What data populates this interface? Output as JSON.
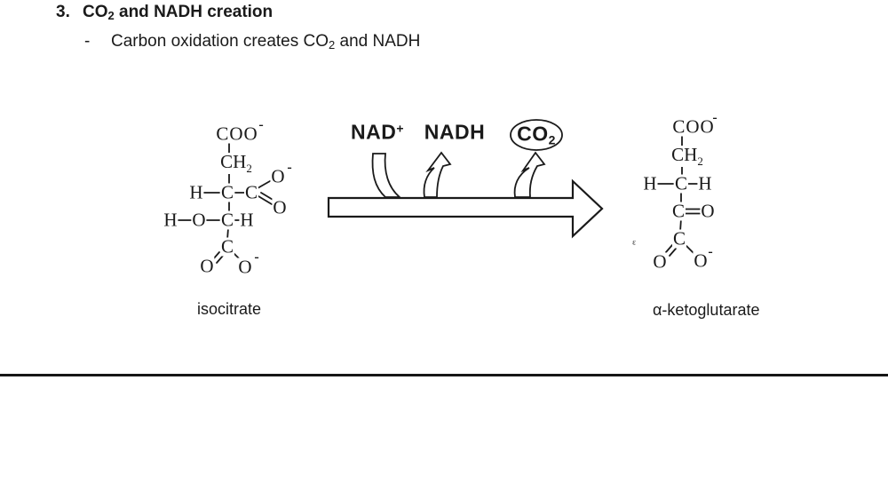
{
  "heading": {
    "number": "3.",
    "co": "CO",
    "sub": "2",
    "rest": " and NADH creation"
  },
  "bullet": {
    "dash": "-",
    "pre": "Carbon oxidation creates CO",
    "sub": "2",
    "post": " and NADH"
  },
  "reaction": {
    "nad": "NAD",
    "nad_sup": "+",
    "nadh": "NADH",
    "co2": "CO",
    "co2_sub": "2",
    "substrate": "isocitrate",
    "product": "α-ketoglutarate",
    "stray_mark": "ε"
  },
  "isocitrate": {
    "coo": "COO",
    "coo_charge": "-",
    "ch": "CH",
    "ch_sub": "2",
    "h_a": "H",
    "c_a": "C",
    "c_b": "C",
    "o_top": "O",
    "o_top_charge": "-",
    "o_bottom": "O",
    "h_b": "H",
    "o_mid": "O",
    "c_c": "C",
    "h_c": "H",
    "c_d": "C",
    "o_left": "O",
    "o_right": "O",
    "o_right_charge": "-"
  },
  "ketoglutarate": {
    "coo": "COO",
    "coo_charge": "-",
    "ch": "CH",
    "ch_sub": "2",
    "h_a": "H",
    "c_a": "C",
    "h_b": "H",
    "c_b": "C",
    "o_keto": "O",
    "c_c": "C",
    "o_left": "O",
    "o_right": "O",
    "o_right_charge": "-"
  },
  "colors": {
    "ink": "#1a1a1a",
    "paper": "#ffffff"
  }
}
